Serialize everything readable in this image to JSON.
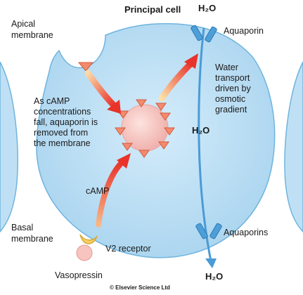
{
  "title": "Principal cell",
  "labels": {
    "apical_membrane": [
      "Apical",
      "membrane"
    ],
    "basal_membrane": [
      "Basal",
      "membrane"
    ],
    "camp_text": [
      "As cAMP",
      "concentrations",
      "fall, aquaporin is",
      "removed from",
      "the membrane"
    ],
    "water_transport": [
      "Water",
      "transport",
      "driven by",
      "osmotic",
      "gradient"
    ],
    "aquaporin_top": "Aquaporin",
    "aquaporins_bottom": "Aquaporins",
    "camp": "cAMP",
    "v2_receptor": "V2 receptor",
    "vasopressin": "Vasopressin",
    "h2o_top": "H₂O",
    "h2o_mid": "H₂O",
    "h2o_bottom": "H₂O",
    "copyright": "© Elsevier Science Ltd"
  },
  "colors": {
    "cell_fill": "#bfe0f4",
    "cell_stroke": "#6fb4de",
    "vesicle_fill": "#f6c8c4",
    "aquaporin_triangle": "#f48a6e",
    "arrow_red": "#e8322a",
    "water_arrow": "#4a9bd6",
    "channel": "#4d9fd8"
  }
}
